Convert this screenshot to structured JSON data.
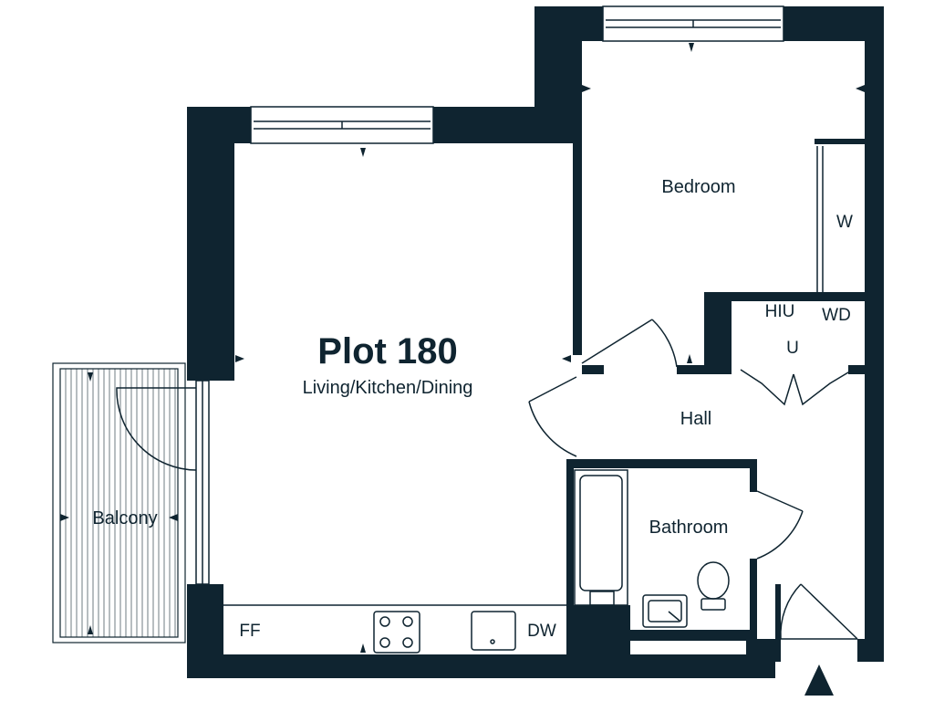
{
  "plan": {
    "plot_title": "Plot 180",
    "colors": {
      "wall": "#0f2430",
      "line": "#0f2430",
      "background": "#ffffff"
    }
  },
  "rooms": {
    "living": "Living/Kitchen/Dining",
    "bedroom": "Bedroom",
    "hall": "Hall",
    "bathroom": "Bathroom",
    "balcony": "Balcony"
  },
  "fixtures": {
    "wardrobe": "W",
    "hiu": "HIU",
    "washer_dryer": "WD",
    "utility": "U",
    "fridge_freezer": "FF",
    "dishwasher": "DW"
  },
  "icons": [
    "entrance-arrow-icon",
    "hob-icon",
    "sink-icon",
    "toilet-icon",
    "bath-icon",
    "window-icon",
    "door-swing-icon"
  ]
}
